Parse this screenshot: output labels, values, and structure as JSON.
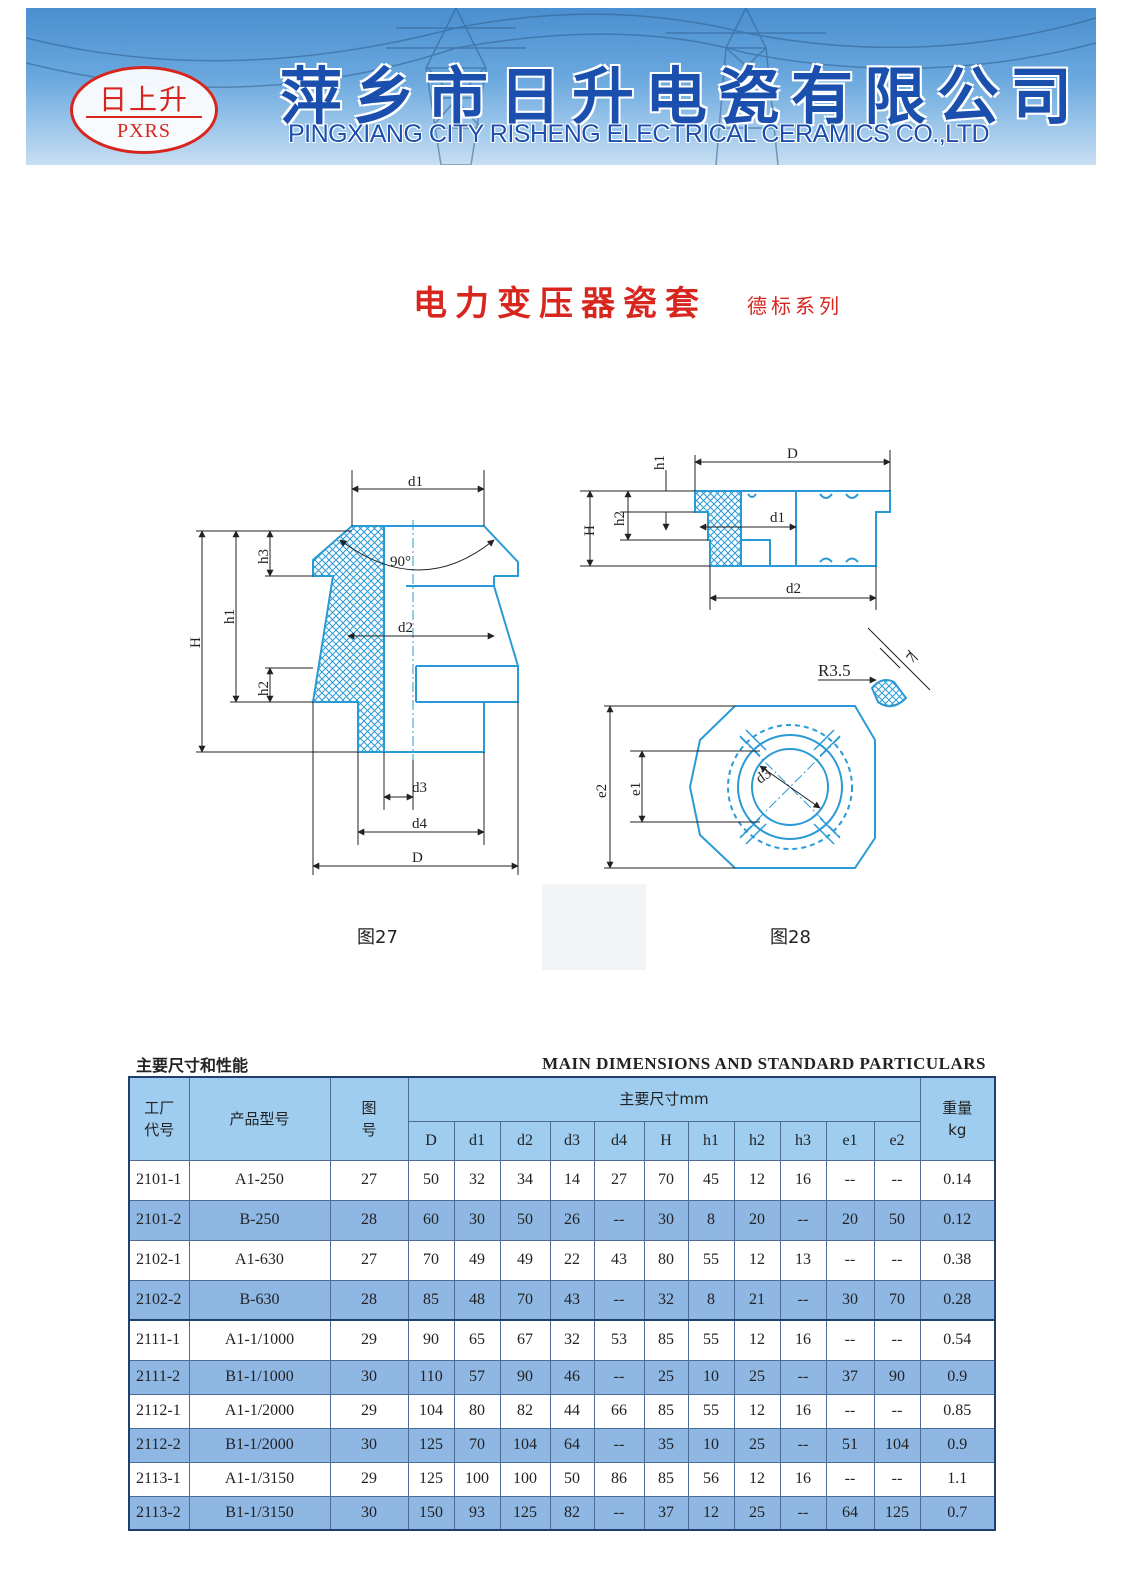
{
  "header": {
    "logo_cn": "日上升",
    "logo_en": "PXRS",
    "company_cn": "萍乡市日升电瓷有限公司",
    "company_en": "PINGXIANG CITY RISHENG ELECTRICAL CERAMICS CO.,LTD"
  },
  "title": "电力变压器瓷套",
  "subtitle": "德标系列",
  "colors": {
    "brand_red": "#d7261e",
    "drawing_blue": "#2a9ad6",
    "table_header": "#9fcdf0",
    "table_alt_row": "#8fb7e3"
  },
  "figures": {
    "fig27": {
      "caption": "图27",
      "labels": {
        "d1": "d1",
        "d2": "d2",
        "d3": "d3",
        "d4": "d4",
        "D": "D",
        "H": "H",
        "h1": "h1",
        "h2": "h2",
        "h3": "h3",
        "angle": "90°"
      }
    },
    "fig28": {
      "caption": "图28",
      "labels": {
        "D": "D",
        "d1": "d1",
        "d2": "d2",
        "d3": "d3",
        "H": "H",
        "h1": "h1",
        "h2": "h2",
        "e1": "e1",
        "e2": "e2",
        "radius": "R3.5",
        "seven": "7"
      }
    }
  },
  "table": {
    "heading_cn": "主要尺寸和性能",
    "heading_en": "MAIN DIMENSIONS AND STANDARD PARTICULARS",
    "col_code": "工厂代号",
    "col_code_l1": "工厂",
    "col_code_l2": "代号",
    "col_model": "产品型号",
    "col_fig_l1": "图",
    "col_fig_l2": "号",
    "col_dims": "主要尺寸mm",
    "col_weight_l1": "重量",
    "col_weight_l2": "kg",
    "dim_headers": [
      "D",
      "d1",
      "d2",
      "d3",
      "d4",
      "H",
      "h1",
      "h2",
      "h3",
      "e1",
      "e2"
    ],
    "rows": [
      [
        "2101-1",
        "A1-250",
        "27",
        "50",
        "32",
        "34",
        "14",
        "27",
        "70",
        "45",
        "12",
        "16",
        "--",
        "--",
        "0.14"
      ],
      [
        "2101-2",
        "B-250",
        "28",
        "60",
        "30",
        "50",
        "26",
        "--",
        "30",
        "8",
        "20",
        "--",
        "20",
        "50",
        "0.12"
      ],
      [
        "2102-1",
        "A1-630",
        "27",
        "70",
        "49",
        "49",
        "22",
        "43",
        "80",
        "55",
        "12",
        "13",
        "--",
        "--",
        "0.38"
      ],
      [
        "2102-2",
        "B-630",
        "28",
        "85",
        "48",
        "70",
        "43",
        "--",
        "32",
        "8",
        "21",
        "--",
        "30",
        "70",
        "0.28"
      ],
      [
        "2111-1",
        "A1-1/1000",
        "29",
        "90",
        "65",
        "67",
        "32",
        "53",
        "85",
        "55",
        "12",
        "16",
        "--",
        "--",
        "0.54"
      ],
      [
        "2111-2",
        "B1-1/1000",
        "30",
        "110",
        "57",
        "90",
        "46",
        "--",
        "25",
        "10",
        "25",
        "--",
        "37",
        "90",
        "0.9"
      ],
      [
        "2112-1",
        "A1-1/2000",
        "29",
        "104",
        "80",
        "82",
        "44",
        "66",
        "85",
        "55",
        "12",
        "16",
        "--",
        "--",
        "0.85"
      ],
      [
        "2112-2",
        "B1-1/2000",
        "30",
        "125",
        "70",
        "104",
        "64",
        "--",
        "35",
        "10",
        "25",
        "--",
        "51",
        "104",
        "0.9"
      ],
      [
        "2113-1",
        "A1-1/3150",
        "29",
        "125",
        "100",
        "100",
        "50",
        "86",
        "85",
        "56",
        "12",
        "16",
        "--",
        "--",
        "1.1"
      ],
      [
        "2113-2",
        "B1-1/3150",
        "30",
        "150",
        "93",
        "125",
        "82",
        "--",
        "37",
        "12",
        "25",
        "--",
        "64",
        "125",
        "0.7"
      ]
    ]
  }
}
